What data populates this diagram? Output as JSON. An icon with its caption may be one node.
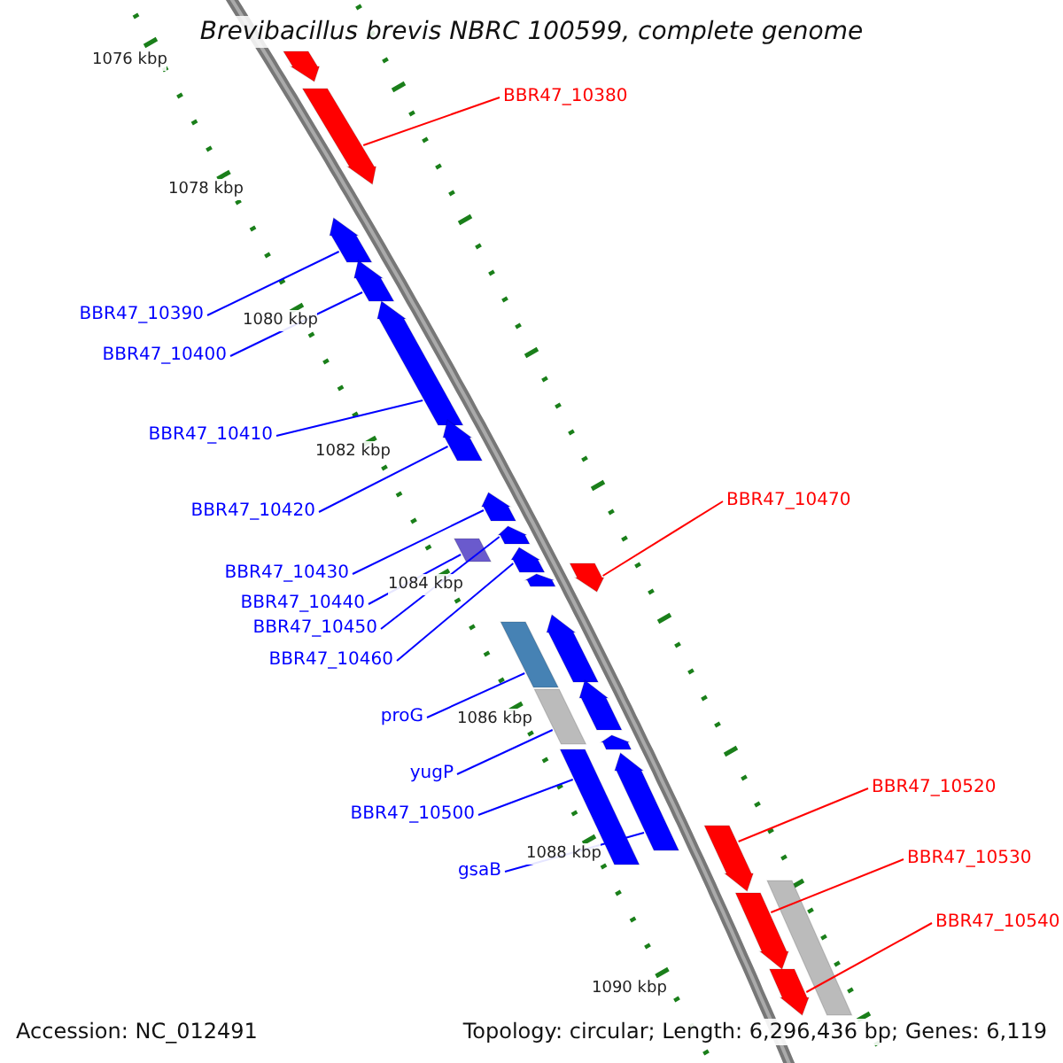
{
  "diagram": {
    "title": "Brevibacillus brevis NBRC 100599, complete genome",
    "nodes": [
      {
        "text": [
          "BBR47_10380"
        ]
      },
      {
        "text": [],
        "shape": "arrow"
      },
      {
        "text": [
          "BBR47_10390"
        ]
      },
      {
        "text": [],
        "shape": "arrow"
      },
      {
        "text": [
          "BBR47_10400"
        ]
      },
      {
        "text": [],
        "shape": "arrow"
      },
      {
        "text": [
          "BBR47_10410"
        ]
      },
      {
        "text": [],
        "shape": "arrow"
      },
      {
        "text": [
          "BBR47_10470"
        ]
      },
      {
        "text": [],
        "shape": "arrow"
      },
      {
        "text": [
          "BBR47_10420"
        ]
      },
      {
        "text": [],
        "shape": "arrow"
      },
      {
        "text": [
          "BBR47_10430"
        ]
      },
      {
        "text": [],
        "shape": "arrow"
      },
      {
        "text": [
          "BBR47_10440"
        ]
      },
      {
        "text": [],
        "shape": "bar"
      },
      {
        "text": [
          "BBR47_10450"
        ]
      },
      {
        "text": [],
        "shape": "arrow"
      },
      {
        "text": [
          "BBR47_10460"
        ]
      },
      {
        "text": [],
        "shape": "arrow"
      },
      {
        "text": [
          "proG"
        ]
      },
      {
        "text": [],
        "shape": "bar"
      },
      {
        "text": [
          "yugP"
        ]
      },
      {
        "text": [],
        "shape": "bar"
      },
      {
        "text": [
          "BBR47_10520"
        ]
      },
      {
        "text": [],
        "shape": "arrow"
      },
      {
        "text": [
          "BBR47_10500"
        ]
      },
      {
        "text": [],
        "shape": "bar"
      },
      {
        "text": [
          "BBR47_10530"
        ]
      },
      {
        "text": [],
        "shape": "arrow"
      },
      {
        "text": [
          "gsaB"
        ]
      },
      {
        "text": [],
        "shape": "arrow"
      },
      {
        "text": [
          "BBR47_10540"
        ]
      },
      {
        "text": [],
        "shape": "arrow"
      },
      {
        "text": [],
        "shape": "arrow"
      },
      {
        "text": [],
        "shape": "arrow"
      },
      {
        "text": [],
        "shape": "arrow"
      },
      {
        "text": [],
        "shape": "arrow"
      },
      {
        "text": [],
        "shape": "arrow"
      },
      {
        "text": [],
        "shape": "bar"
      }
    ],
    "edges": [
      {
        "from": 0,
        "to": 1,
        "arrow": "none",
        "color": "#ff0000"
      },
      {
        "from": 2,
        "to": 3,
        "arrow": "none"
      },
      {
        "from": 4,
        "to": 5,
        "arrow": "none"
      },
      {
        "from": 6,
        "to": 7,
        "arrow": "none"
      },
      {
        "from": 8,
        "to": 9,
        "arrow": "none",
        "color": "#ff0000"
      },
      {
        "from": 10,
        "to": 11,
        "arrow": "none"
      },
      {
        "from": 12,
        "to": 13,
        "arrow": "none"
      },
      {
        "from": 14,
        "to": 15,
        "arrow": "none"
      },
      {
        "from": 16,
        "to": 17,
        "arrow": "none"
      },
      {
        "from": 18,
        "to": 19,
        "arrow": "none"
      },
      {
        "from": 20,
        "to": 21,
        "arrow": "none"
      },
      {
        "from": 22,
        "to": 23,
        "arrow": "none"
      },
      {
        "from": 24,
        "to": 25,
        "arrow": "none",
        "color": "#ff0000"
      },
      {
        "from": 26,
        "to": 27,
        "arrow": "none"
      },
      {
        "from": 28,
        "to": 29,
        "arrow": "none",
        "color": "#ff0000"
      },
      {
        "from": 30,
        "to": 31,
        "arrow": "none"
      },
      {
        "from": 32,
        "to": 33,
        "arrow": "none",
        "color": "#ff0000"
      }
    ],
    "labels": [
      "1076 kbp",
      "1078 kbp",
      "1080 kbp",
      "1082 kbp",
      "1084 kbp",
      "1086 kbp",
      "1088 kbp",
      "1090 kbp",
      "Accession: NC_012491",
      "Topology: circular; Length: 6,296,436 bp; Genes: 6,119"
    ]
  }
}
